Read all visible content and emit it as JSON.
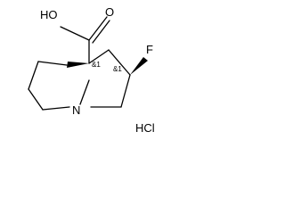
{
  "molecule": {
    "atoms": {
      "hydroxyl": "HO",
      "carbonyl_oxygen": "O",
      "fluorine": "F",
      "nitrogen": "N"
    },
    "stereo_labels": {
      "bridgehead": "&1",
      "fluoro_carbon": "&1"
    },
    "salt": "HCl"
  }
}
